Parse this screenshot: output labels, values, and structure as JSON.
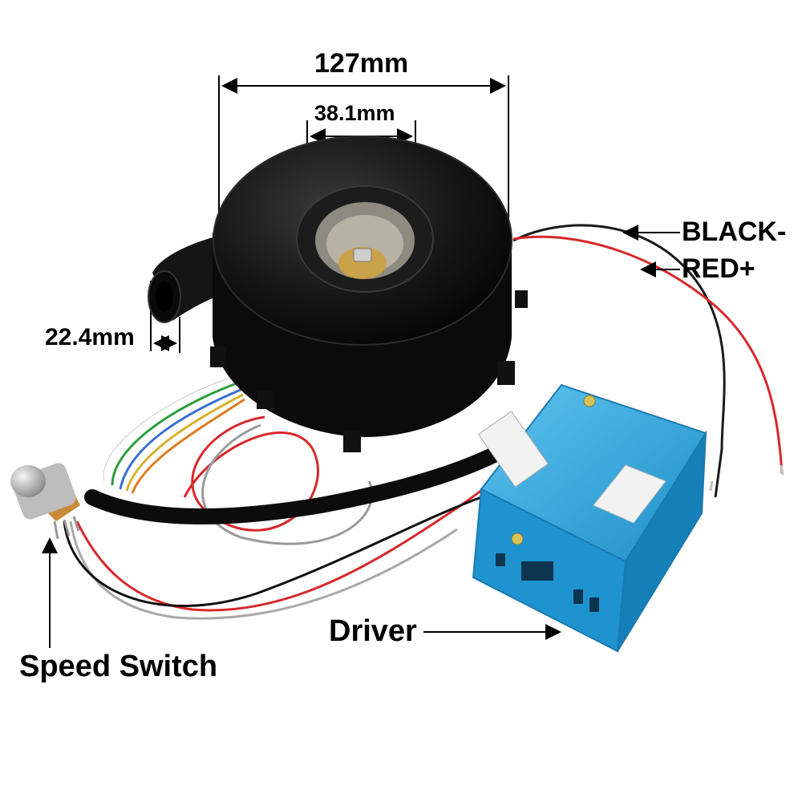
{
  "labels": {
    "dim_outer": "127mm",
    "dim_inlet": "38.1mm",
    "dim_outlet": "22.4mm",
    "wire_black": "BLACK-",
    "wire_red": "RED+",
    "driver": "Driver",
    "speed_switch": "Speed Switch"
  },
  "colors": {
    "blower_body": "#111111",
    "driver_box": "#2b9fd6",
    "wire_red": "#d7282a",
    "wire_black": "#1a1a1a",
    "impeller_nut": "#c9a24a"
  }
}
